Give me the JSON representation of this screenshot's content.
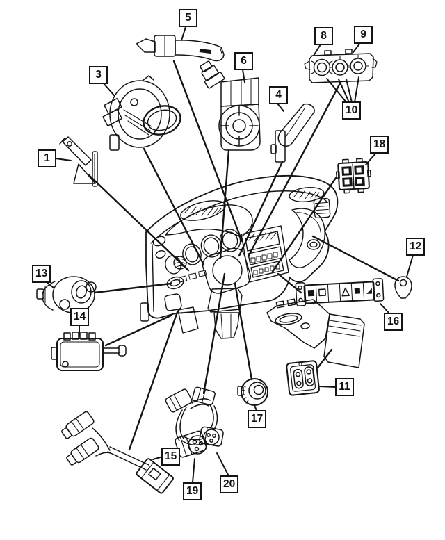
{
  "figure": {
    "background_color": "#ffffff",
    "line_color": "#141414"
  },
  "callouts": {
    "c1": {
      "label": "1"
    },
    "c3": {
      "label": "3"
    },
    "c4": {
      "label": "4"
    },
    "c5": {
      "label": "5"
    },
    "c6": {
      "label": "6"
    },
    "c8": {
      "label": "8"
    },
    "c9": {
      "label": "9"
    },
    "c10": {
      "label": "10"
    },
    "c11": {
      "label": "11"
    },
    "c12": {
      "label": "12"
    },
    "c13": {
      "label": "13"
    },
    "c14": {
      "label": "14"
    },
    "c15": {
      "label": "15"
    },
    "c16": {
      "label": "16"
    },
    "c17": {
      "label": "17"
    },
    "c18": {
      "label": "18"
    },
    "c19": {
      "label": "19"
    },
    "c20": {
      "label": "20"
    }
  }
}
